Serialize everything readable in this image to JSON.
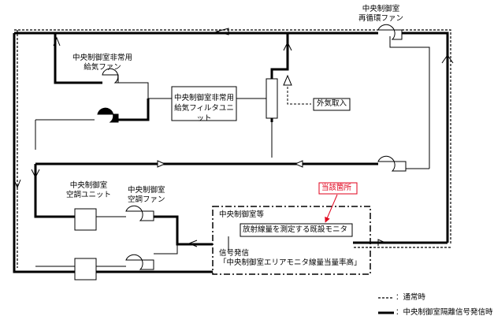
{
  "labels": {
    "recirc_fan_line1": "中央制御室",
    "recirc_fan_line2": "再循環ファン",
    "emerg_fan_line1": "中央制御室非常用",
    "emerg_fan_line2": "給気ファン",
    "filter_unit_line1": "中央制御室非常用",
    "filter_unit_line2": "給気フィルタユニット",
    "outside_air": "外気取入",
    "ac_unit_line1": "中央制御室",
    "ac_unit_line2": "空調ユニット",
    "ac_fan_line1": "中央制御室",
    "ac_fan_line2": "空調ファン",
    "target_location": "当該箇所",
    "control_room_zone": "中央制御室等",
    "monitor": "放射線量を測定する既設モニタ",
    "signal_line1": "信号発信",
    "signal_line2": "「中央制御室エリアモニタ線量当量率高」"
  },
  "legend": {
    "normal": "：通常時",
    "isolation": "：中央制御室隔離信号発信時"
  },
  "colors": {
    "line": "#000000",
    "highlight": "#e0001b"
  },
  "icons": [
    "fan-icon",
    "fan-filled-icon",
    "flow-arrow-icon",
    "damper-icon"
  ]
}
